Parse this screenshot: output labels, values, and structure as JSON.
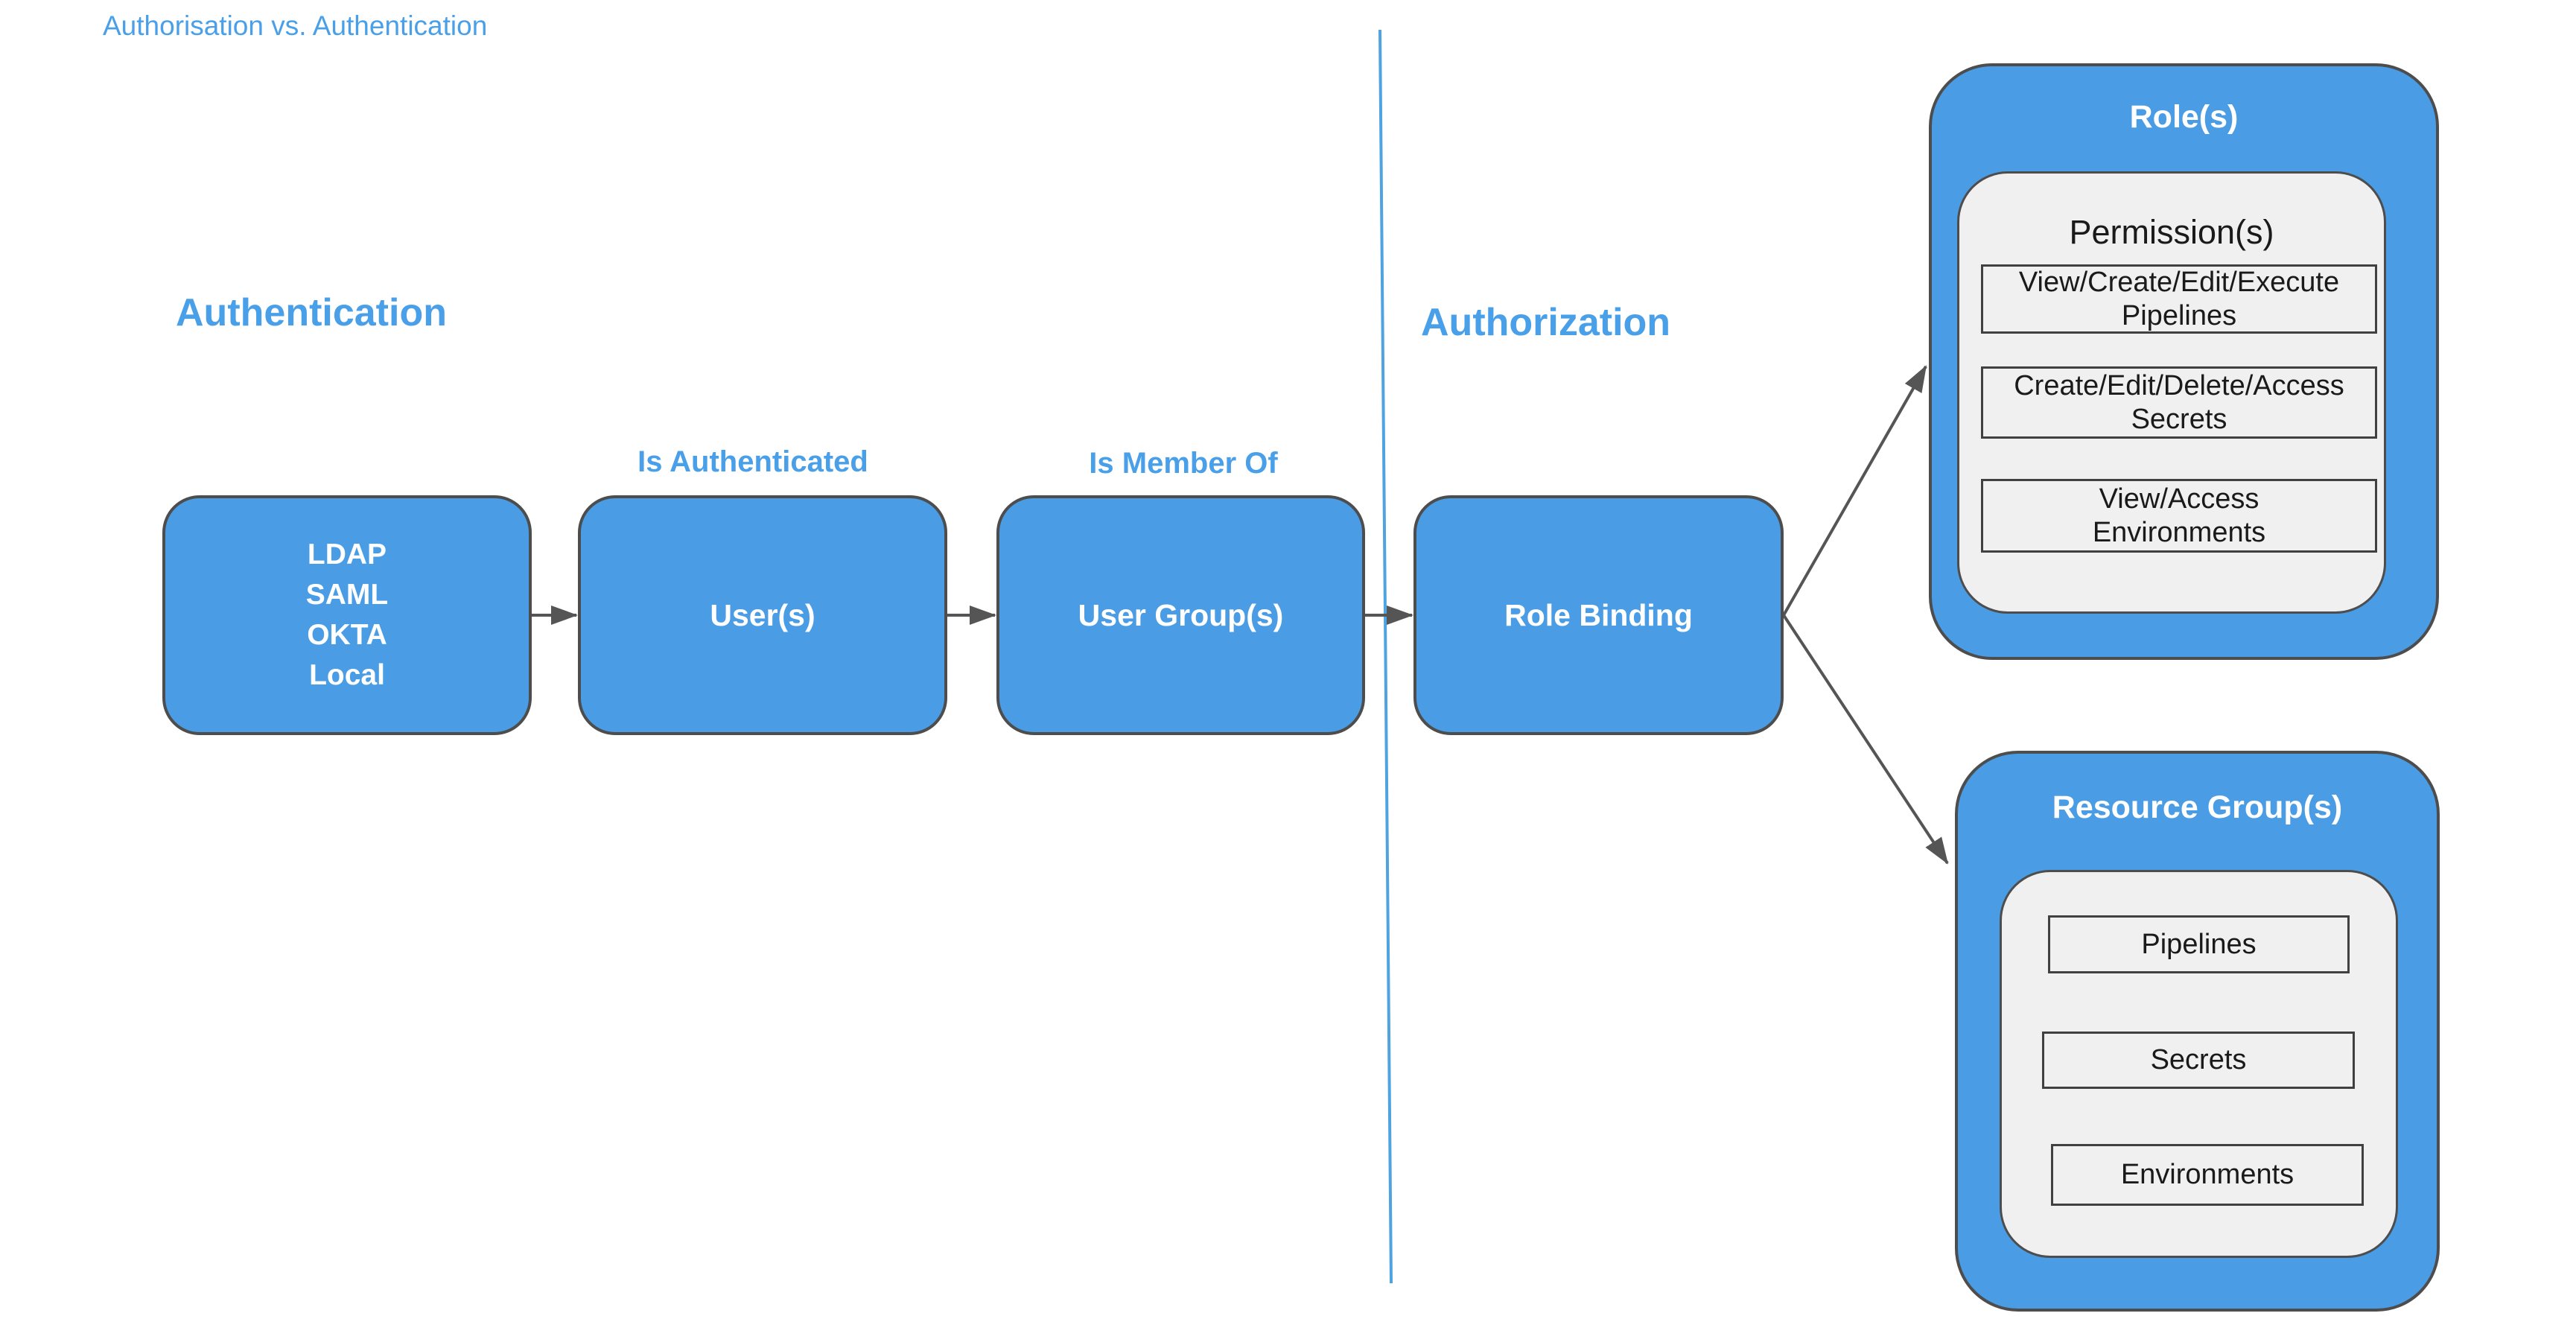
{
  "page": {
    "title": "Authorisation vs. Authentication"
  },
  "sections": {
    "authentication": {
      "heading": "Authentication"
    },
    "authorization": {
      "heading": "Authorization"
    }
  },
  "flow": {
    "identity_providers": {
      "lines": [
        "LDAP",
        "SAML",
        "OKTA",
        "Local"
      ]
    },
    "users": {
      "label": "User(s)"
    },
    "user_groups": {
      "label": "User Group(s)"
    },
    "role_binding": {
      "label": "Role Binding"
    },
    "edges": {
      "is_authenticated": "Is Authenticated",
      "is_member_of": "Is Member Of"
    }
  },
  "roles": {
    "title": "Role(s)",
    "permissions_heading": "Permission(s)",
    "permissions": [
      {
        "line1": "View/Create/Edit/Execute",
        "line2": "Pipelines"
      },
      {
        "line1": "Create/Edit/Delete/Access",
        "line2": "Secrets"
      },
      {
        "line1": "View/Access",
        "line2": "Environments"
      }
    ]
  },
  "resource_groups": {
    "title": "Resource Group(s)",
    "items": [
      "Pipelines",
      "Secrets",
      "Environments"
    ]
  },
  "colors": {
    "node_fill": "#4A9DE5",
    "accent_text": "#4AA0E8",
    "node_border": "#4D4D4D",
    "panel_fill": "#F0F0F0",
    "inner_box_border": "#404040",
    "arrow": "#555555",
    "divider": "#4FA3E0",
    "dark_text": "#1A1A1A",
    "light_text": "#FFFFFF"
  }
}
